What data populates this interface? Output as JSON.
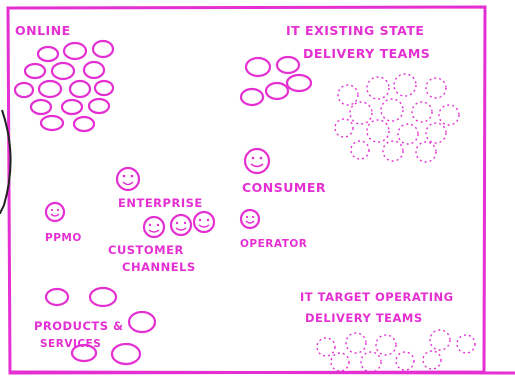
{
  "colors": {
    "ink": "#e42fd2",
    "stroke_black": "#222222",
    "background": "#ffffff"
  },
  "labels": {
    "online": "ONLINE",
    "it_existing_line1": "IT EXISTING STATE",
    "it_existing_line2": "DELIVERY TEAMS",
    "enterprise": "ENTERPRISE",
    "consumer": "CONSUMER",
    "pmo": "PPMO",
    "customer_channels_line1": "CUSTOMER",
    "customer_channels_line2": "CHANNELS",
    "operator": "OPERATOR",
    "products_line1": "PRODUCTS &",
    "products_line2": "SERVICES",
    "it_target_line1": "IT TARGET OPERATING",
    "it_target_line2": "DELIVERY TEAMS"
  }
}
